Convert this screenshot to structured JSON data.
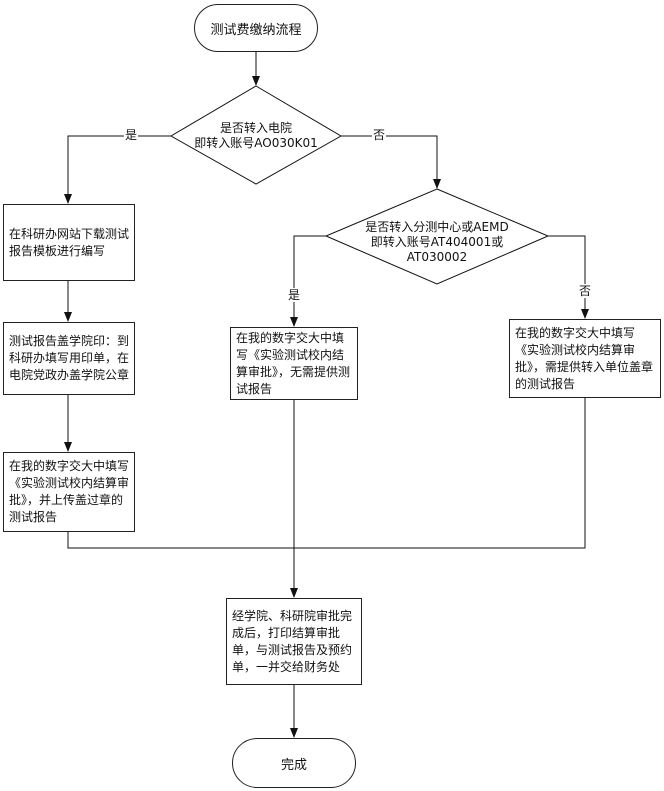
{
  "start": "测试费缴纳流程",
  "end": "完成",
  "decision1": {
    "line1": "是否转入电院",
    "line2": "即转入账号AO030K01"
  },
  "decision2": {
    "line1": "是否转入分测中心或AEMD",
    "line2": "即转入账号AT404001或",
    "line3": "AT030002"
  },
  "labels": {
    "yes": "是",
    "no": "否"
  },
  "left_col": {
    "step1": "在科研办网站下载测试报告模板进行编写",
    "step2": "测试报告盖学院印：到科研办填写用印单，在电院党政办盖学院公章",
    "step3": "在我的数字交大中填写《实验测试校内结算审批》，并上传盖过章的测试报告"
  },
  "mid_col": {
    "step1": "在我的数字交大中填写《实验测试校内结算审批》，无需提供测试报告"
  },
  "right_col": {
    "step1": "在我的数字交大中填写《实验测试校内结算审批》，需提供转入单位盖章的测试报告"
  },
  "final": "经学院、科研院审批完成后，打印结算审批单，与测试报告及预约单，一并交给财务处"
}
